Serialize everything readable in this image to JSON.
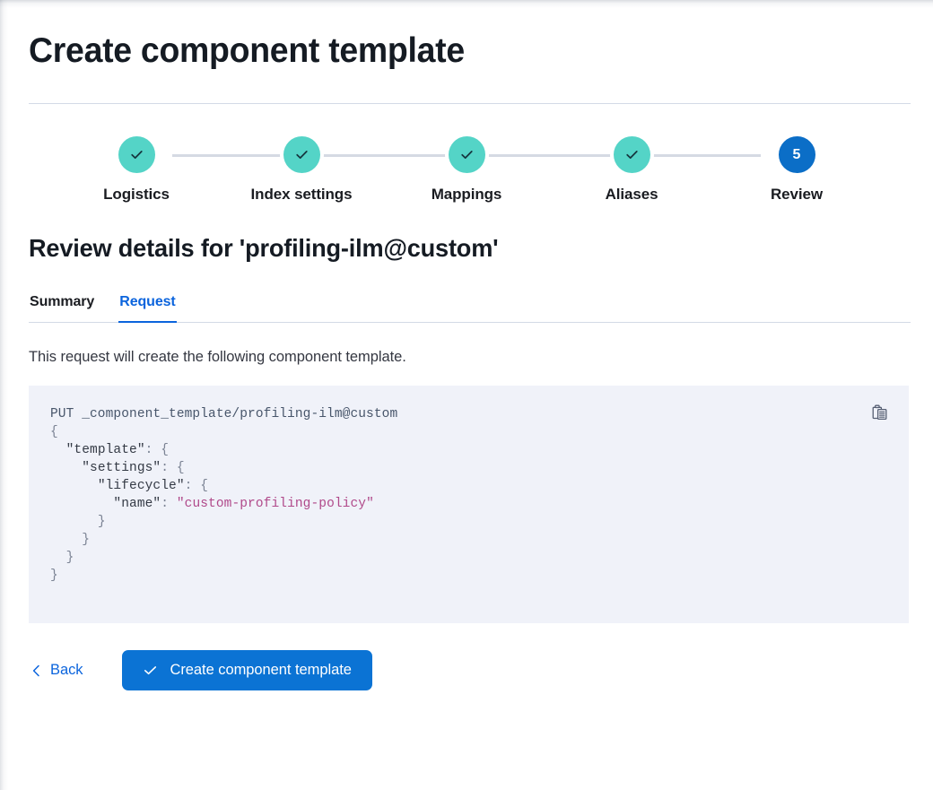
{
  "flyout": {
    "title": "Create component template"
  },
  "steps": {
    "items": [
      {
        "label": "Logistics",
        "state": "complete",
        "indicator": "check"
      },
      {
        "label": "Index settings",
        "state": "complete",
        "indicator": "check"
      },
      {
        "label": "Mappings",
        "state": "complete",
        "indicator": "check"
      },
      {
        "label": "Aliases",
        "state": "complete",
        "indicator": "check"
      },
      {
        "label": "Review",
        "state": "current",
        "indicator": "5"
      }
    ],
    "complete_color": "#54d4c7",
    "current_color": "#0b6ec7",
    "connector_color": "#d5dae3"
  },
  "review": {
    "heading": "Review details for 'profiling-ilm@custom'",
    "tabs": [
      {
        "label": "Summary",
        "active": false
      },
      {
        "label": "Request",
        "active": true
      }
    ],
    "description": "This request will create the following component template.",
    "accent_color": "#0b64dd"
  },
  "request": {
    "method": "PUT",
    "path": "_component_template/profiling-ilm@custom",
    "body_lines": [
      "{",
      "  \"template\": {",
      "    \"settings\": {",
      "      \"lifecycle\": {",
      "        \"name\": \"custom-profiling-policy\"",
      "      }",
      "    }",
      "  }",
      "}"
    ],
    "policy_name": "custom-profiling-policy",
    "copy_button_label": "Copy to clipboard",
    "background_color": "#f0f2f9",
    "string_color": "#b0498a"
  },
  "footer": {
    "back_label": "Back",
    "submit_label": "Create component template",
    "submit_color": "#0b73d4"
  }
}
